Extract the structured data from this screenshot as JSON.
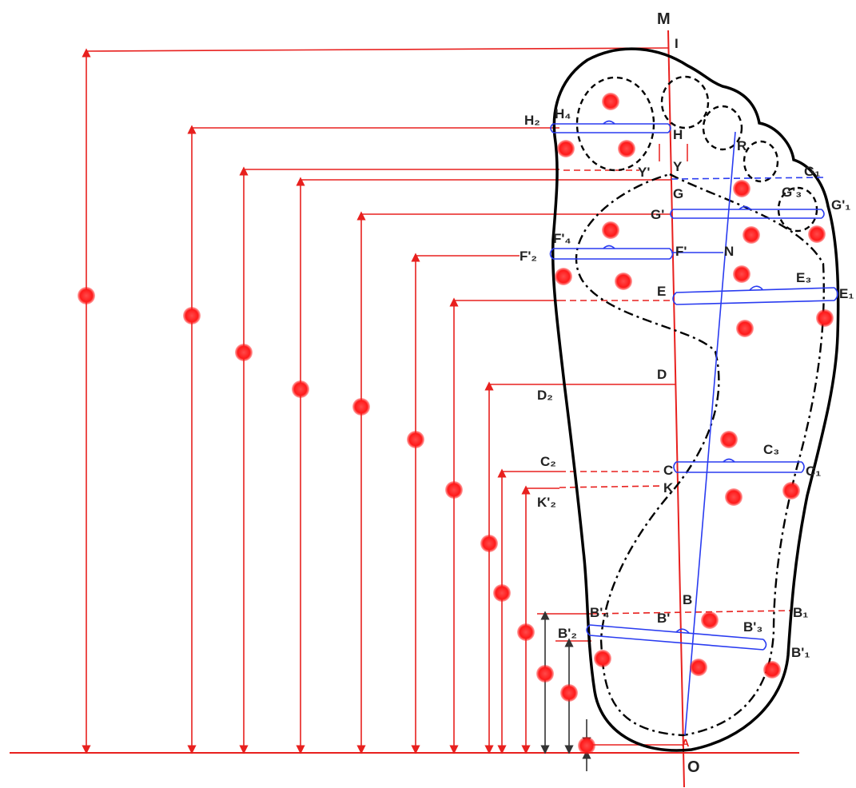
{
  "diagram": {
    "labels": {
      "M": "M",
      "I": "I",
      "O": "O",
      "A": "A",
      "H": "H",
      "H2": "H₂",
      "H4": "H₄",
      "Y": "Y",
      "Yp": "Y'",
      "G": "G",
      "G1": "G₁",
      "Gp": "G'",
      "Gp1": "G'₁",
      "Gp3": "G'₃",
      "R": "R",
      "N": "N",
      "Fp": "F'",
      "Fp2": "F'₂",
      "Fp4": "F'₄",
      "E": "E",
      "E1": "E₁",
      "E3": "E₃",
      "D": "D",
      "D2": "D₂",
      "C": "C",
      "C1": "C₁",
      "C2": "C₂",
      "C3": "C₃",
      "K": "K",
      "Kp2": "K'₂",
      "B": "B",
      "B1": "B₁",
      "Bp": "B'",
      "Bp1": "B'₁",
      "Bp2": "B'₂",
      "Bp3": "B'₃",
      "Bp4": "B'₄"
    },
    "colors": {
      "measure_line": "#e8201e",
      "measure_dot": "#ff1a1a",
      "section_line": "#2a3cf0",
      "outline": "#000000",
      "dark_arrow": "#333333"
    },
    "icons": {
      "marker": "red-dot-icon",
      "arrow": "arrowhead-icon"
    }
  }
}
